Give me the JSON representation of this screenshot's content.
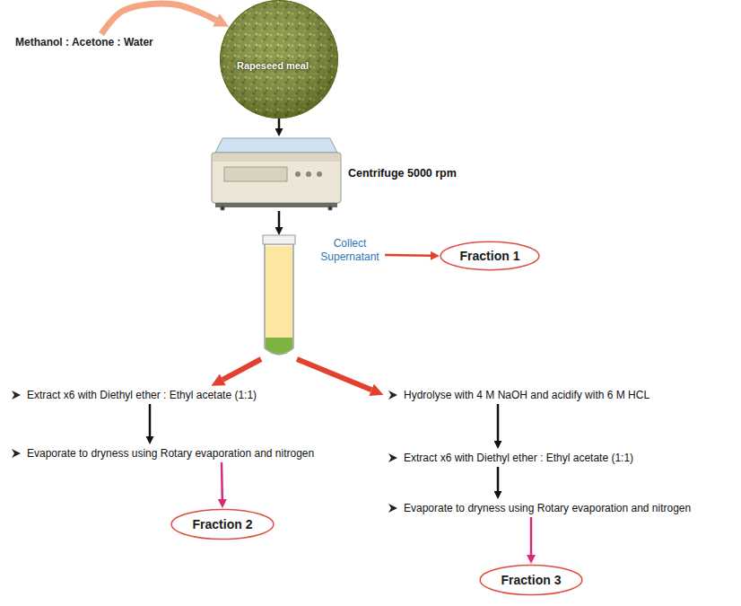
{
  "diagram": {
    "nodes": [
      {
        "text": [
          "Methanol : Acetone : Water"
        ]
      },
      {
        "text": [
          "Rapeseed meal"
        ]
      },
      {
        "text": [
          "Centrifuge 5000 rpm"
        ]
      },
      {
        "text": [
          "Collect Supernatant"
        ]
      },
      {
        "text": [
          "Fraction 1"
        ]
      },
      {
        "text": [
          "Extract x6 with Diethyl ether : Ethyl acetate (1:1)"
        ]
      },
      {
        "text": [
          "Evaporate to dryness using Rotary evaporation and nitrogen"
        ]
      },
      {
        "text": [
          "Fraction 2"
        ]
      },
      {
        "text": [
          "Hydrolyse with 4 M NaOH and acidify with 6 M HCL"
        ]
      },
      {
        "text": [
          "Extract x6 with Diethyl ether : Ethyl acetate (1:1)"
        ]
      },
      {
        "text": [
          "Evaporate to dryness using Rotary evaporation and nitrogen"
        ]
      },
      {
        "text": [
          "Fraction 3"
        ]
      }
    ],
    "edges": [
      {
        "from": 0,
        "to": 1,
        "arrow": "to"
      },
      {
        "from": 1,
        "to": 2,
        "arrow": "to"
      },
      {
        "from": 2,
        "to": 3,
        "arrow": "to"
      },
      {
        "from": 3,
        "to": 4,
        "arrow": "to"
      },
      {
        "from": 3,
        "to": 5,
        "arrow": "to"
      },
      {
        "from": 5,
        "to": 6,
        "arrow": "to"
      },
      {
        "from": 6,
        "to": 7,
        "arrow": "to"
      },
      {
        "from": 3,
        "to": 8,
        "arrow": "to"
      },
      {
        "from": 8,
        "to": 9,
        "arrow": "to"
      },
      {
        "from": 9,
        "to": 10,
        "arrow": "to"
      },
      {
        "from": 10,
        "to": 11,
        "arrow": "to"
      }
    ]
  }
}
